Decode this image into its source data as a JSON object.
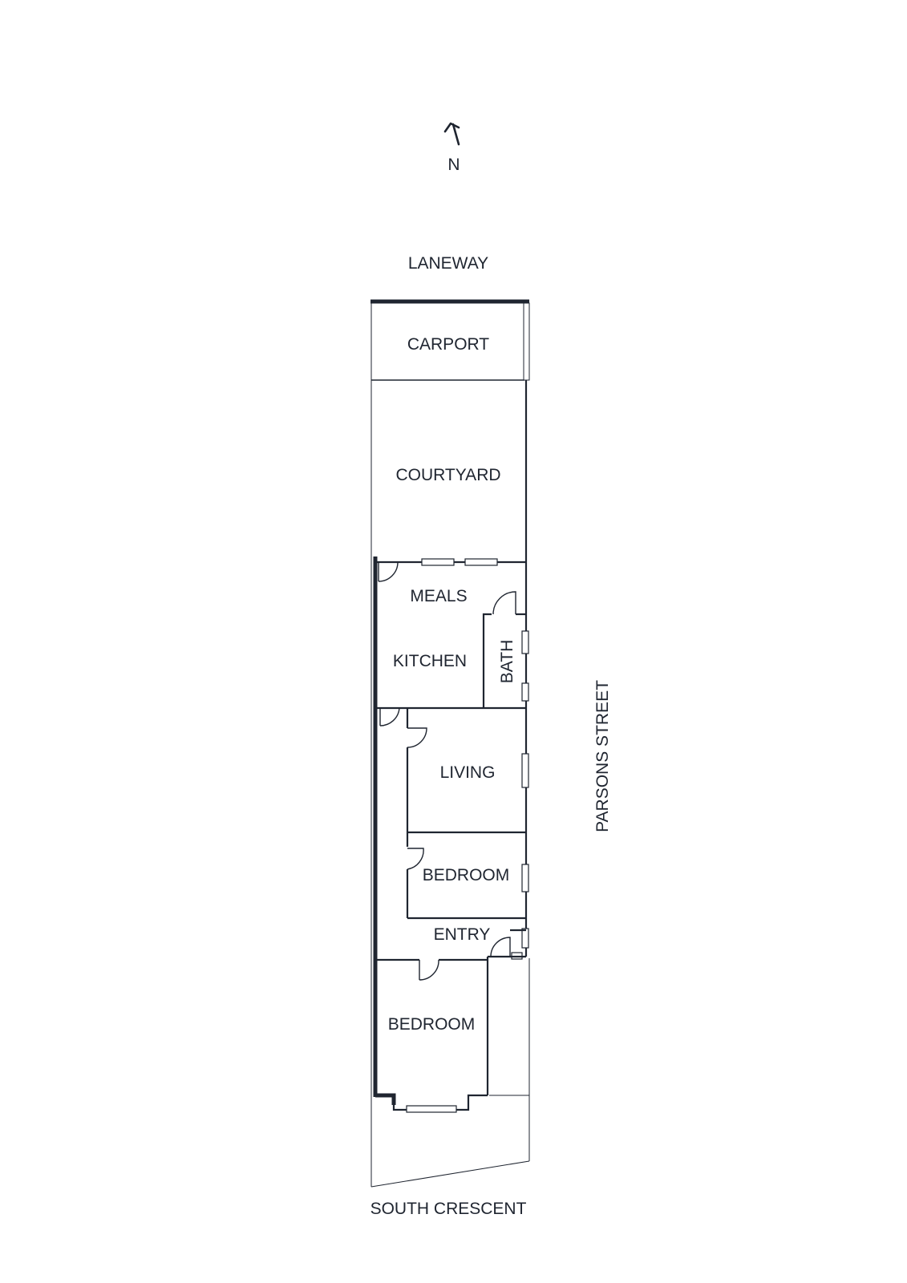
{
  "compass": {
    "label": "N"
  },
  "streets": {
    "north": "LANEWAY",
    "east": "PARSONS STREET",
    "south": "SOUTH CRESCENT"
  },
  "rooms": {
    "carport": "CARPORT",
    "courtyard": "COURTYARD",
    "meals": "MEALS",
    "kitchen": "KITCHEN",
    "bath": "BATH",
    "living": "LIVING",
    "bedroom_1": "BEDROOM",
    "entry": "ENTRY",
    "bedroom_2": "BEDROOM"
  }
}
